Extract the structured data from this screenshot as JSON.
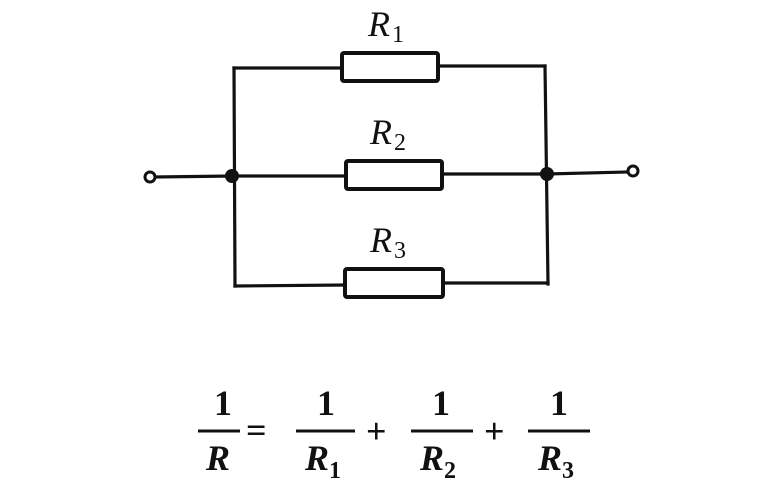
{
  "diagram": {
    "type": "parallel-resistor-circuit",
    "components": [
      {
        "id": "R1",
        "label": "R",
        "subscript": "1",
        "branch": "top"
      },
      {
        "id": "R2",
        "label": "R",
        "subscript": "2",
        "branch": "middle"
      },
      {
        "id": "R3",
        "label": "R",
        "subscript": "3",
        "branch": "bottom"
      }
    ],
    "terminals": [
      "left-input",
      "right-output"
    ],
    "junctions": [
      "left-node",
      "right-node"
    ]
  },
  "formula": {
    "lhs": {
      "numerator": "1",
      "denominator": "R",
      "denominator_sub": ""
    },
    "equals": "=",
    "plus": "+",
    "terms": [
      {
        "numerator": "1",
        "denominator": "R",
        "denominator_sub": "1"
      },
      {
        "numerator": "1",
        "denominator": "R",
        "denominator_sub": "2"
      },
      {
        "numerator": "1",
        "denominator": "R",
        "denominator_sub": "3"
      }
    ]
  },
  "colors": {
    "ink": "#111111",
    "background": "#ffffff"
  }
}
